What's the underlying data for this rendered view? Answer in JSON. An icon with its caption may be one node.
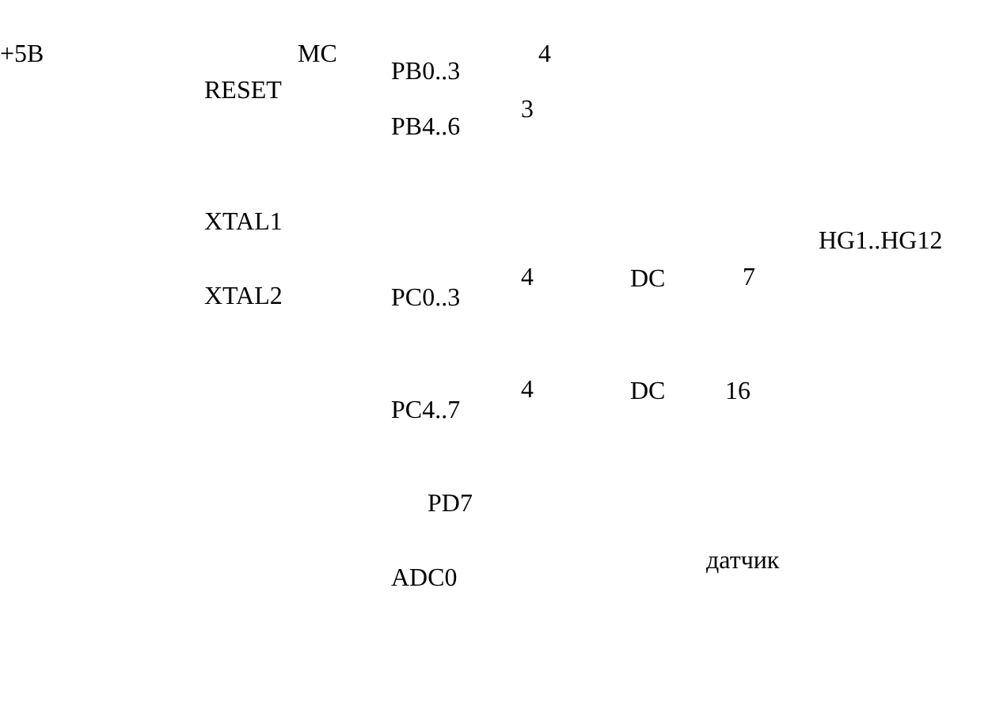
{
  "diagram": {
    "labels": [
      "+5В",
      "МС",
      "4",
      "PB0..3",
      "RESET",
      "3",
      "PB4..6",
      "XTAL1",
      "HG1..HG12",
      "4",
      "DC",
      "7",
      "XTAL2",
      "PC0..3",
      "4",
      "DC",
      "16",
      "PC4..7",
      "PD7",
      "датчик",
      "ADC0"
    ]
  }
}
